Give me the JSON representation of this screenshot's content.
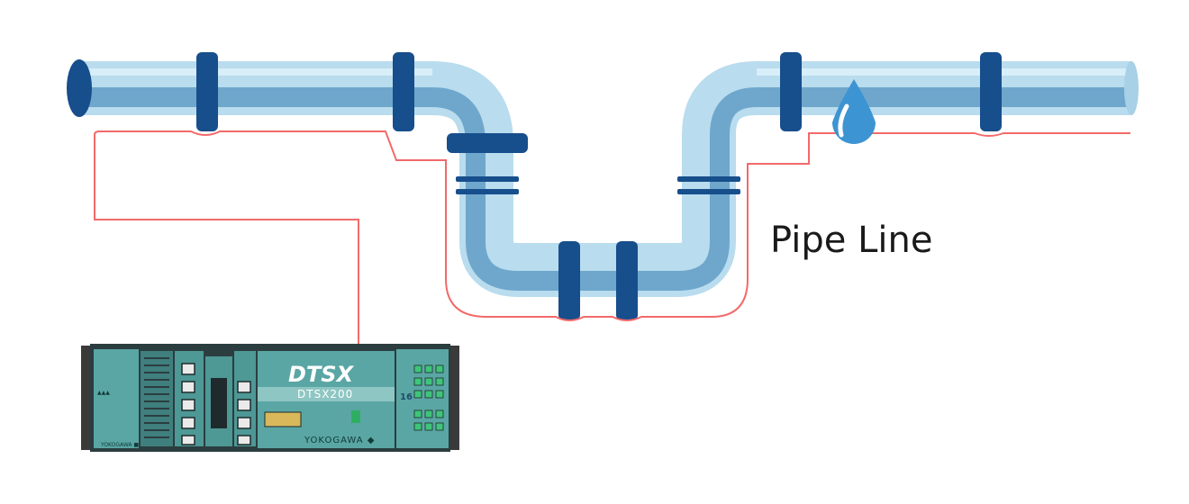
{
  "diagram": {
    "pipe_label": "Pipe Line",
    "unit": {
      "brand": "DTSX",
      "model": "DTSX200",
      "maker": "YOKOGAWA ◆",
      "left_maker": "YOKOGAWA ■",
      "badge": "16"
    },
    "colors": {
      "pipe_light": "#b9dcee",
      "pipe_mid": "#6fa7cc",
      "flange": "#174e8c",
      "fiber": "#f26a6a",
      "water_drop": "#3d94d2",
      "unit_teal": "#4f9e9b",
      "unit_dark": "#2b3d3f"
    }
  }
}
